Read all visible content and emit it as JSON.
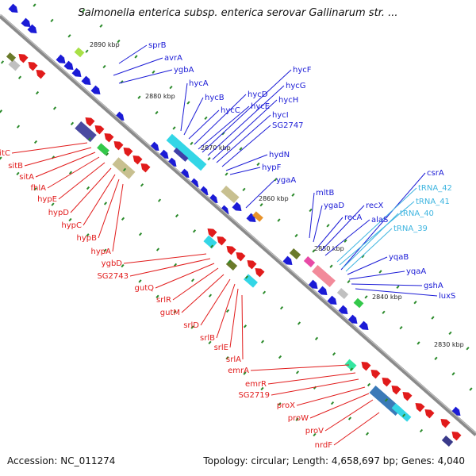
{
  "title": "Salmonella enterica subsp. enterica serovar Gallinarum str. ...",
  "footer": {
    "accession": "Accession: NC_011274",
    "summary": "Topology: circular; Length: 4,658,697 bp; Genes: 4,040"
  },
  "colors": {
    "forward": "#1b1bd6",
    "reverse": "#e11b1b",
    "trna": "#3fb5e0",
    "backbone": "#7f7f7f",
    "tick": "#2a8a2a"
  },
  "ruler": [
    {
      "id": "k2890",
      "label": "2890 kbp"
    },
    {
      "id": "k2880",
      "label": "2880 kbp"
    },
    {
      "id": "k2870",
      "label": "2870 kbp"
    },
    {
      "id": "k2860",
      "label": "2860 kbp"
    },
    {
      "id": "k2850",
      "label": "2850 kbp"
    },
    {
      "id": "k2840",
      "label": "2840 kbp"
    },
    {
      "id": "k2830",
      "label": "2830 kbp"
    }
  ],
  "genes_forward": [
    "sprB",
    "avrA",
    "ygbA",
    "hycA",
    "hycB",
    "hycC",
    "hycD",
    "hycE",
    "hycF",
    "hycG",
    "hycH",
    "hycI",
    "SG2747",
    "hydN",
    "hypF",
    "ygaA",
    "mltB",
    "ygaD",
    "recA",
    "recX",
    "alaS",
    "csrA",
    "yqaB",
    "yqaA",
    "gshA",
    "luxS"
  ],
  "genes_trna": [
    "tRNA_42",
    "tRNA_41",
    "tRNA_40",
    "tRNA_39"
  ],
  "genes_reverse": [
    "sitC",
    "sitB",
    "sitA",
    "fhlA",
    "hypE",
    "hypD",
    "hypC",
    "hypB",
    "hypA",
    "ygbD",
    "SG2743",
    "gutQ",
    "srlR",
    "gutM",
    "srlD",
    "srlB",
    "srlE",
    "srlA",
    "emrA",
    "emrR",
    "SG2719",
    "proX",
    "proW",
    "proV",
    "nrdF"
  ]
}
